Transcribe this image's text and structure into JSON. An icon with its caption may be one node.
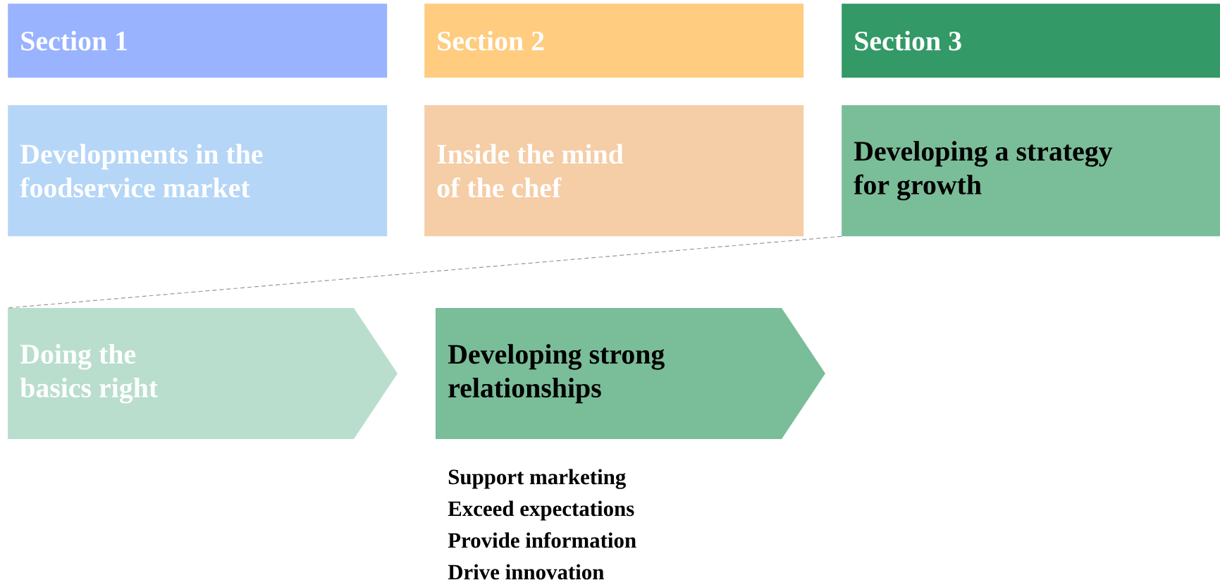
{
  "diagram": {
    "nodes": [
      {
        "text": [
          "Section 1"
        ]
      },
      {
        "text": [
          "Section 2"
        ]
      },
      {
        "text": [
          "Section 3"
        ]
      },
      {
        "text": [
          "Developments in the foodservice market"
        ]
      },
      {
        "text": [
          "Inside the mind of the chef"
        ]
      },
      {
        "text": [
          "Developing a strategy for growth"
        ]
      },
      {
        "text": [
          "Doing the basics right"
        ]
      },
      {
        "text": [
          "Developing strong relationships"
        ],
        "beside": [
          "Support marketing",
          "Exceed expectations",
          "Provide information",
          "Drive innovation"
        ]
      }
    ],
    "edges": [
      {
        "from": 5,
        "to": 6,
        "arrow": "none",
        "style": "dashed"
      }
    ]
  }
}
